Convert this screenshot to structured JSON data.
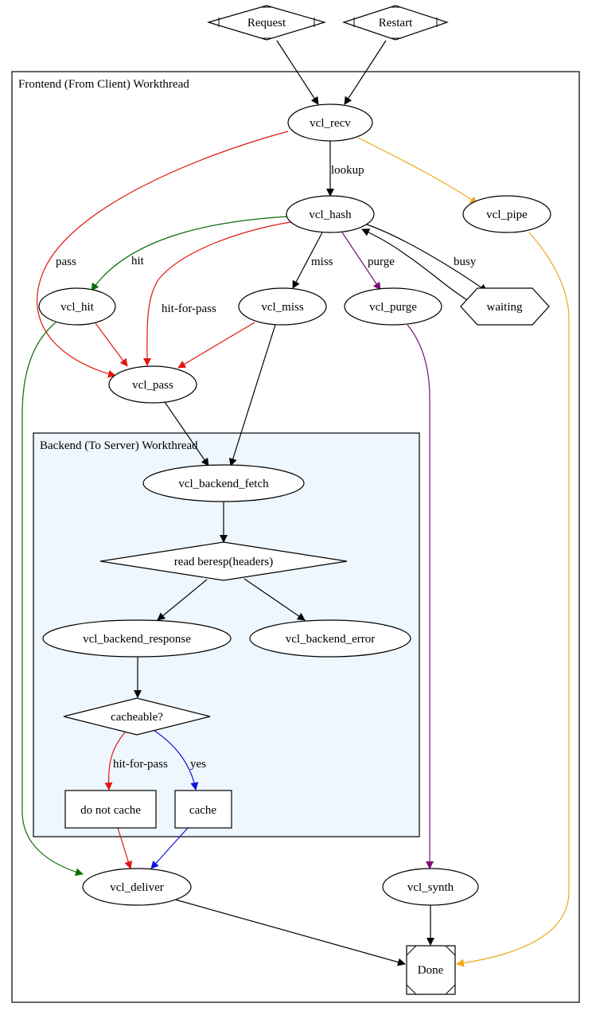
{
  "clusters": {
    "frontend": "Frontend (From Client) Workthread",
    "backend": "Backend (To Server) Workthread"
  },
  "nodes": {
    "request": "Request",
    "restart": "Restart",
    "vcl_recv": "vcl_recv",
    "vcl_hash": "vcl_hash",
    "vcl_pipe": "vcl_pipe",
    "vcl_hit": "vcl_hit",
    "vcl_miss": "vcl_miss",
    "vcl_purge": "vcl_purge",
    "waiting": "waiting",
    "vcl_pass": "vcl_pass",
    "vcl_backend_fetch": "vcl_backend_fetch",
    "read_beresp": "read beresp(headers)",
    "vcl_backend_response": "vcl_backend_response",
    "vcl_backend_error": "vcl_backend_error",
    "cacheable": "cacheable?",
    "do_not_cache": "do not cache",
    "cache": "cache",
    "vcl_deliver": "vcl_deliver",
    "vcl_synth": "vcl_synth",
    "done": "Done"
  },
  "edge_labels": {
    "lookup": "lookup",
    "pass": "pass",
    "hit": "hit",
    "hit_for_pass": "hit-for-pass",
    "miss": "miss",
    "purge": "purge",
    "busy": "busy",
    "hit_for_pass_2": "hit-for-pass",
    "yes": "yes"
  },
  "colors": {
    "black": "#000000",
    "red": "#e0170f",
    "green": "#0a6b0a",
    "orange": "#f0a61a",
    "purple": "#7a0f7a",
    "blue": "#1111dd",
    "backend_fill": "#eef6fe"
  }
}
